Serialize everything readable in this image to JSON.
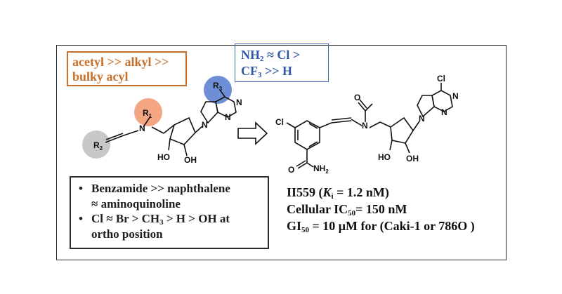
{
  "sar_acyl": {
    "line1": "acetyl >> alkyl >>",
    "line2": "bulky acyl",
    "color": "#c8702a"
  },
  "sar_r3": {
    "nh2": "NH",
    "nh2_sub": "2",
    "rel1": " ≈ Cl >",
    "cf3": "CF",
    "cf3_sub": "3",
    "rel2": " >> H",
    "color": "#3f67b0"
  },
  "sar_aryl": {
    "bullet": "•",
    "item1_line1": "Benzamide >> naphthalene",
    "item1_line2": "≈  aminoquinoline",
    "item2_line1": "Cl ≈ Br > CH",
    "item2_sub": "3",
    "item2_line1b": "  > H > OH at",
    "item2_line2": "ortho position"
  },
  "compound": {
    "name": "II559 (",
    "ki_label": "K",
    "ki_sub": "i",
    "ki_value": " = 1.2 nM)",
    "cell_label": "Cellular IC",
    "cell_sub": "50",
    "cell_value": "= 150 nM",
    "gi_label": "GI",
    "gi_sub": "50",
    "gi_value": " = 10 μM for (Caki-1 or 786O )"
  },
  "scaffold_labels": {
    "r1": "R",
    "r1_sub": "1",
    "r2": "R",
    "r2_sub": "2",
    "r3": "R",
    "r3_sub": "3",
    "n_amine": "N",
    "n_ring1": "N",
    "n_ring2": "N",
    "n_ring3": "N",
    "oh1": "HO",
    "oh2": "OH",
    "r1_circle_color": "#f4a582",
    "r2_circle_color": "#c8c8c8",
    "r3_circle_color": "#6e8fd6"
  },
  "product_labels": {
    "cl_top": "Cl",
    "cl_left": "Cl",
    "o_acetyl": "O",
    "n_amine": "N",
    "n_ring1": "N",
    "n_ring2": "N",
    "n_ring3": "N",
    "o_amide": "O",
    "nh2": "NH",
    "nh2_sub": "2",
    "oh1": "HO",
    "oh2": "OH"
  }
}
